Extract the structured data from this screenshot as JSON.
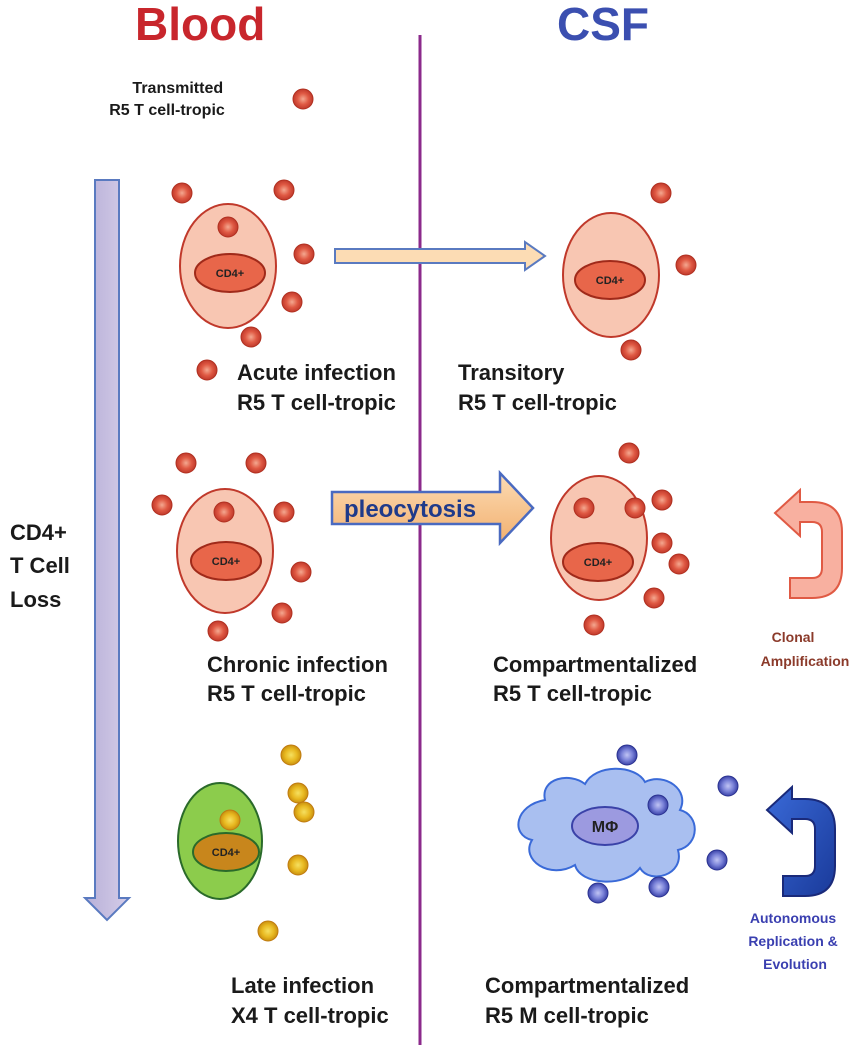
{
  "headers": {
    "blood": "Blood",
    "csf": "CSF"
  },
  "transmitted": [
    "Transmitted",
    "R5 T cell-tropic"
  ],
  "side_label": [
    "CD4+",
    "T Cell",
    "Loss"
  ],
  "cells": {
    "cd4": "CD4+",
    "macrophage": "MΦ"
  },
  "stages": {
    "acute": [
      "Acute infection",
      "R5 T cell-tropic"
    ],
    "transitory": [
      "Transitory",
      "R5 T cell-tropic"
    ],
    "chronic": [
      "Chronic infection",
      "R5 T cell-tropic"
    ],
    "compartment_t": [
      "Compartmentalized",
      "R5 T cell-tropic"
    ],
    "late": [
      "Late infection",
      "X4 T cell-tropic"
    ],
    "compartment_m": [
      "Compartmentalized",
      "R5 M cell-tropic"
    ]
  },
  "pleocytosis": "pleocytosis",
  "clonal": [
    "Clonal",
    "Amplification"
  ],
  "autonomous": [
    "Autonomous",
    "Replication &",
    "Evolution"
  ],
  "colors": {
    "blood_title": "#c8262c",
    "csf_title": "#3b4fb0",
    "divider": "#8b2a8b",
    "cell_fill": "#f8c6b2",
    "cell_stroke": "#c0392b",
    "nucleus_fill": "#e8664a",
    "virion_red": "#d94a3a",
    "virion_yellow": "#e8b820",
    "virion_blue": "#5b63c8",
    "late_cell": "#8ccc4c",
    "late_nucleus": "#c8861c",
    "macrophage": "#a9bff0"
  }
}
